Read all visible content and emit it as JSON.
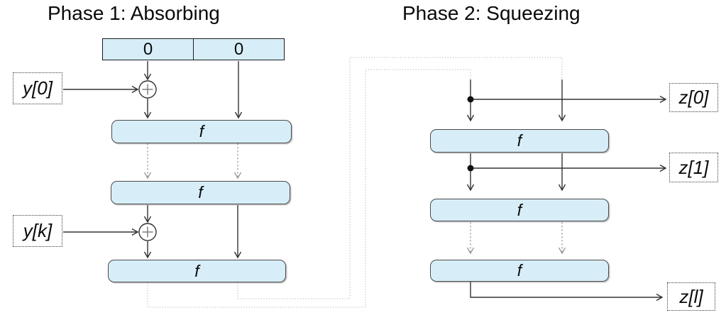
{
  "diagram": {
    "kind": "sponge-construction",
    "phase1": {
      "title": "Phase 1: Absorbing",
      "state_register": {
        "cells": [
          "0",
          "0"
        ]
      },
      "inputs": [
        {
          "label": "y[0]"
        },
        {
          "label": "y[k]"
        }
      ],
      "f_labels": [
        "f",
        "f",
        "f"
      ],
      "icons": [
        {
          "name": "xor-icon",
          "glyph": "⊕"
        },
        {
          "name": "xor-icon",
          "glyph": "⊕"
        }
      ]
    },
    "phase2": {
      "title": "Phase 2: Squeezing",
      "f_labels": [
        "f",
        "f",
        "f"
      ],
      "outputs": [
        {
          "label": "z[0]"
        },
        {
          "label": "z[1]"
        },
        {
          "label": "z[l]"
        }
      ],
      "icons": [
        {
          "name": "junction-dot-icon",
          "glyph": "●"
        },
        {
          "name": "junction-dot-icon",
          "glyph": "●"
        }
      ]
    },
    "colors": {
      "box_fill": "#d7eef9",
      "f_box_border": "#4a4a4a",
      "state_border": "#1c1c1c",
      "solid_arrow": "#333333",
      "dashed_arrow": "#999999",
      "routing_dotted": "#cccccc",
      "io_border_dotted": "#3a3a3a"
    }
  }
}
